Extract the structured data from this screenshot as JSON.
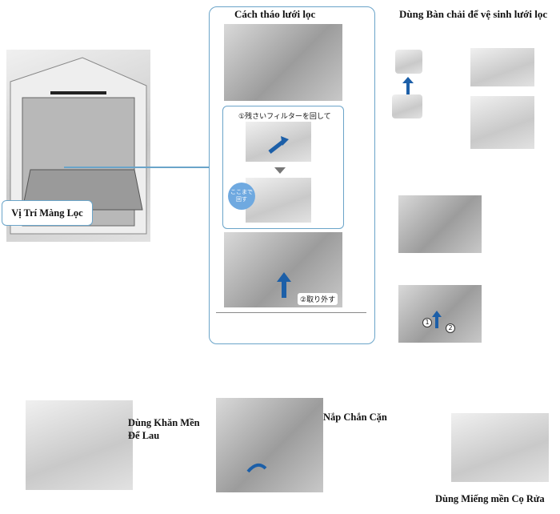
{
  "sections": {
    "remove_filter_title": "Cách tháo lưới lọc",
    "brush_title": "Dùng Bàn chải để vệ sinh lưới lọc",
    "filter_location_label": "Vị Trí Màng Lọc"
  },
  "steps": {
    "step1_text": "①残さいフィルターを回して",
    "step1_bubble_line1": "ここまで",
    "step1_bubble_line2": "回す",
    "step2_text": "②取り外す"
  },
  "bottom_labels": {
    "wipe_line1": "Dùng Khăn Mền",
    "wipe_line2": "Để Lau",
    "cover_label": "Nắp Chắn Cặn",
    "sponge_label": "Dùng Miếng mền Cọ Rửa"
  },
  "markers": {
    "one": "1",
    "two": "2"
  },
  "colors": {
    "accent": "#6aa4c9",
    "arrow_blue": "#1c5fa8",
    "bubble_blue": "#6fa9e0"
  }
}
